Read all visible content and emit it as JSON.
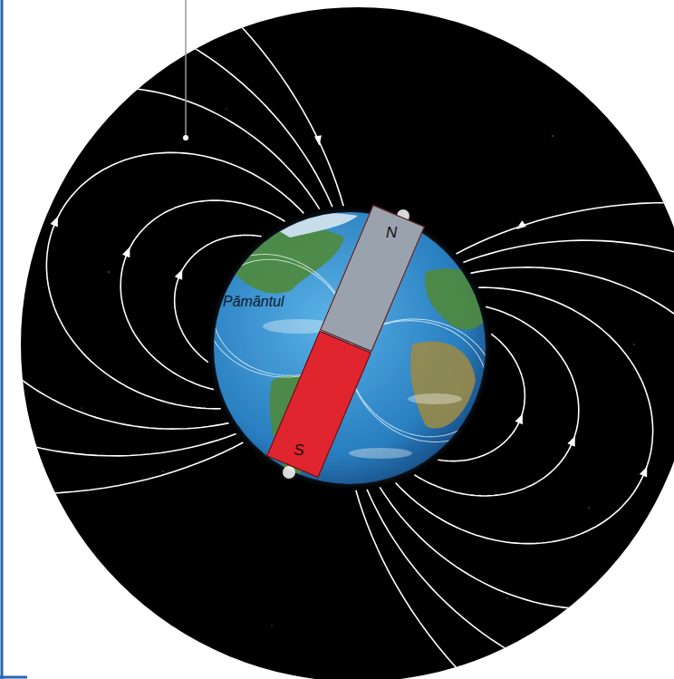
{
  "diagram": {
    "nodes": [
      {
        "text": [
          "N"
        ]
      },
      {
        "text": [
          "S"
        ]
      }
    ],
    "labels": [
      "Pământul"
    ]
  }
}
